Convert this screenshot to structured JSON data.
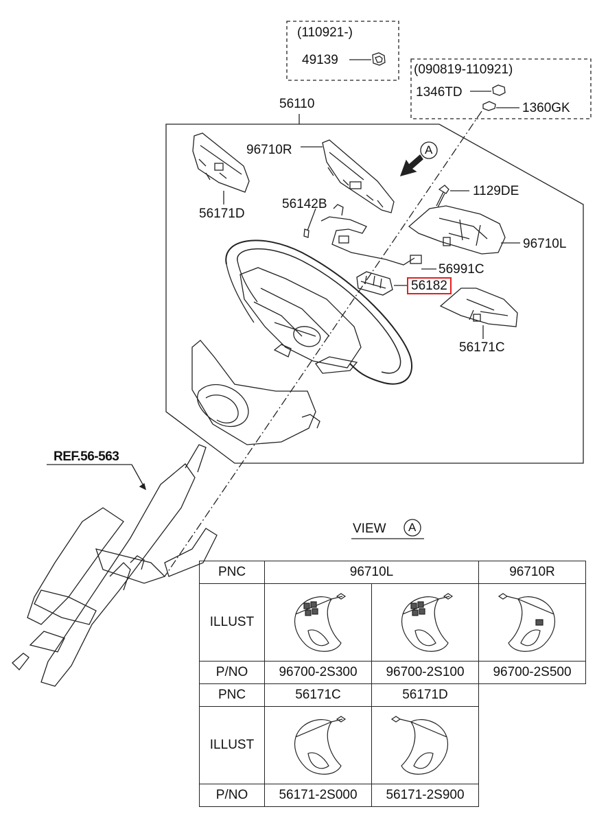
{
  "labels": {
    "box1_range": "(110921-)",
    "p49139": "49139",
    "box2_range": "(090819-110921)",
    "p1346TD": "1346TD",
    "p1360GK": "1360GK",
    "p56110": "56110",
    "p96710R": "96710R",
    "p56171D": "56171D",
    "p56142B": "56142B",
    "p1129DE": "1129DE",
    "p96710L": "96710L",
    "p56991C": "56991C",
    "p56182": "56182",
    "p56171C": "56171C",
    "view_marker": "A",
    "ref": "REF.56-563",
    "view_title": "VIEW",
    "view_letter": "A"
  },
  "table": {
    "pnc_label": "PNC",
    "illust_label": "ILLUST",
    "pno_label": "P/NO",
    "top_pnc": [
      "96710L",
      "96710R"
    ],
    "top_pno": [
      "96700-2S300",
      "96700-2S100",
      "96700-2S500"
    ],
    "bottom_pnc": [
      "56171C",
      "56171D"
    ],
    "bottom_pno": [
      "56171-2S000",
      "56171-2S900"
    ]
  },
  "colors": {
    "line": "#222222",
    "highlight": "#e02020"
  }
}
